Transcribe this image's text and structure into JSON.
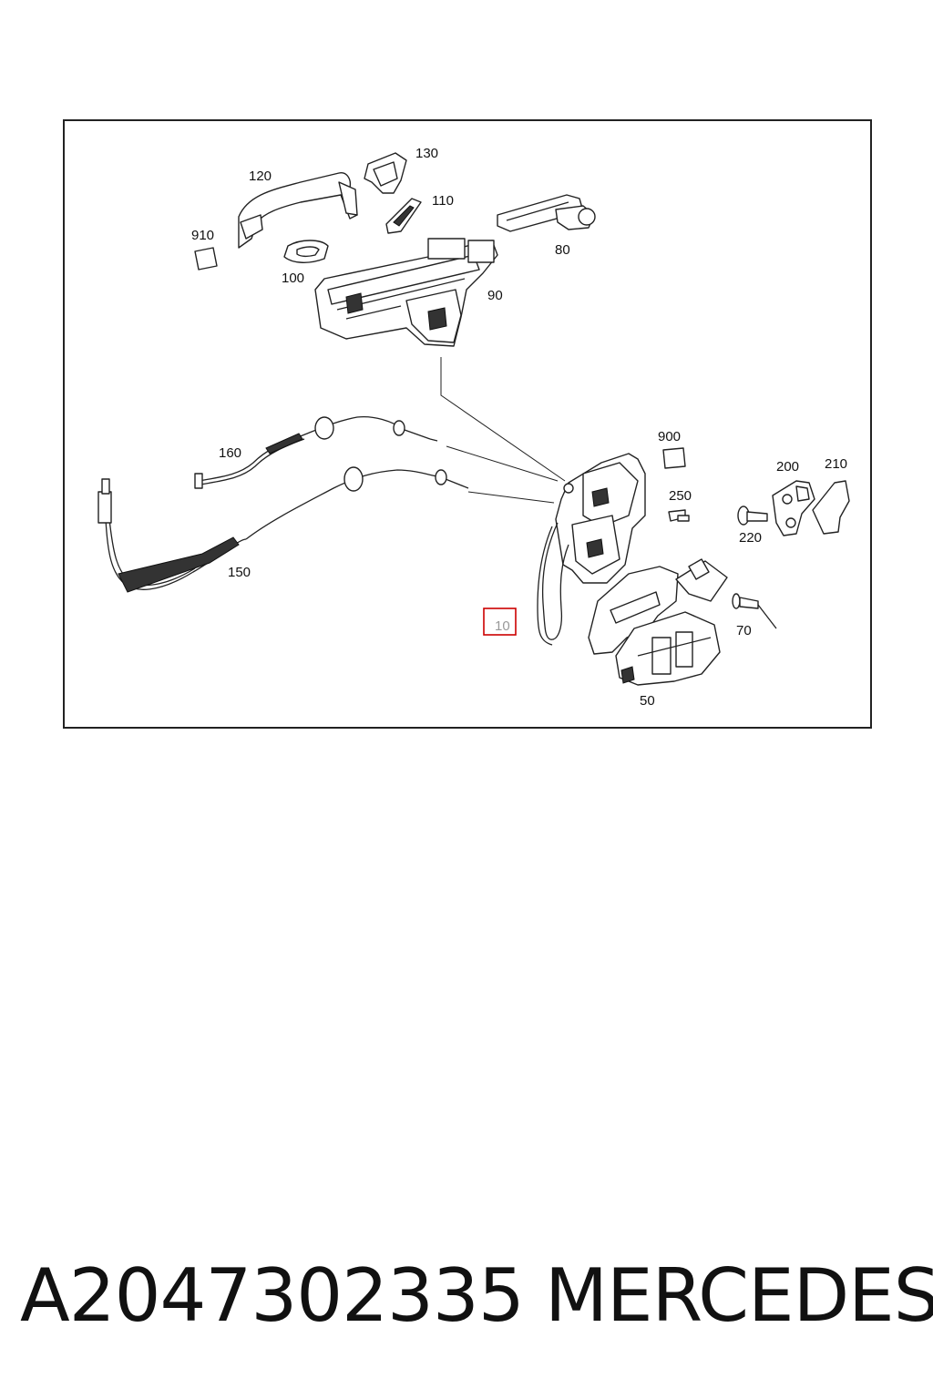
{
  "callouts": {
    "c130": "130",
    "c120": "120",
    "c110": "110",
    "c910": "910",
    "c80": "80",
    "c100": "100",
    "c90": "90",
    "c900": "900",
    "c160": "160",
    "c200": "200",
    "c210": "210",
    "c250": "250",
    "c220": "220",
    "c150": "150",
    "c10": "10",
    "c70": "70",
    "c50": "50"
  },
  "highlight": {
    "callout": "10",
    "color": "#cc0000"
  },
  "footer": {
    "part_number": "A2047302335",
    "brand": "MERCEDES"
  }
}
